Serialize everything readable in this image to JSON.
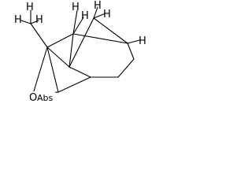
{
  "molecule": {
    "labels": {
      "oxygen": "O",
      "hydrogen": "H",
      "stereo_abs": "Abs"
    },
    "colors": {
      "bond": "#000000",
      "label": "#000000",
      "background": "#ffffff"
    }
  }
}
